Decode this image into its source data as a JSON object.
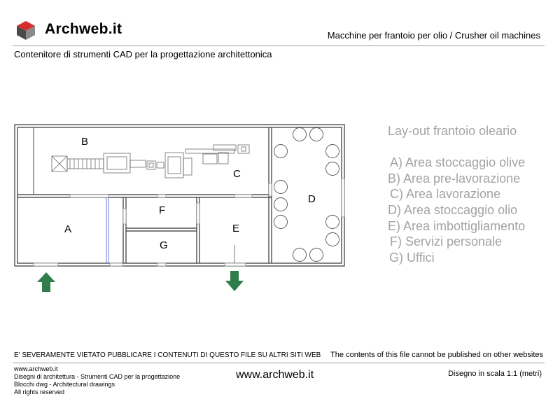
{
  "header": {
    "brand": "Archweb.it",
    "title": "Macchine per frantoio per olio  /  Crusher oil machines",
    "subtitle": "Contenitore di strumenti CAD per la progettazione architettonica",
    "logo_icon": "cube-logo-icon",
    "logo_colors": [
      "#c62828",
      "#4a4a4a",
      "#8a8a8a"
    ]
  },
  "plan": {
    "rooms": [
      {
        "id": "A",
        "label": "A"
      },
      {
        "id": "B",
        "label": "B"
      },
      {
        "id": "C",
        "label": "C"
      },
      {
        "id": "D",
        "label": "D"
      },
      {
        "id": "E",
        "label": "E"
      },
      {
        "id": "F",
        "label": "F"
      },
      {
        "id": "G",
        "label": "G"
      }
    ],
    "arrows": [
      {
        "name": "entrance-arrow-icon",
        "direction": "up",
        "color": "#2e7d4a"
      },
      {
        "name": "exit-arrow-icon",
        "direction": "down",
        "color": "#2e7d4a"
      }
    ]
  },
  "legend": {
    "title": "Lay-out  frantoio oleario",
    "items": [
      "A) Area stoccaggio olive",
      "B) Area pre-lavorazione",
      "C) Area lavorazione",
      "D) Area stoccaggio olio",
      "E) Area imbottigliamento",
      "F) Servizi personale",
      "G) Uffici"
    ]
  },
  "footer": {
    "warning_it": "E' SEVERAMENTE VIETATO PUBBLICARE I CONTENUTI DI QUESTO FILE SU ALTRI SITI WEB",
    "warning_en": "The contents of this file cannot be published on other websites",
    "lines": [
      "www.archweb.it",
      "Disegni di architettura - Strumenti CAD  per la progettazione",
      "Blocchi dwg - Architectural drawings",
      "All rights reserved"
    ],
    "url": "www.archweb.it",
    "scale": "Disegno in scala 1:1 (metri)"
  }
}
